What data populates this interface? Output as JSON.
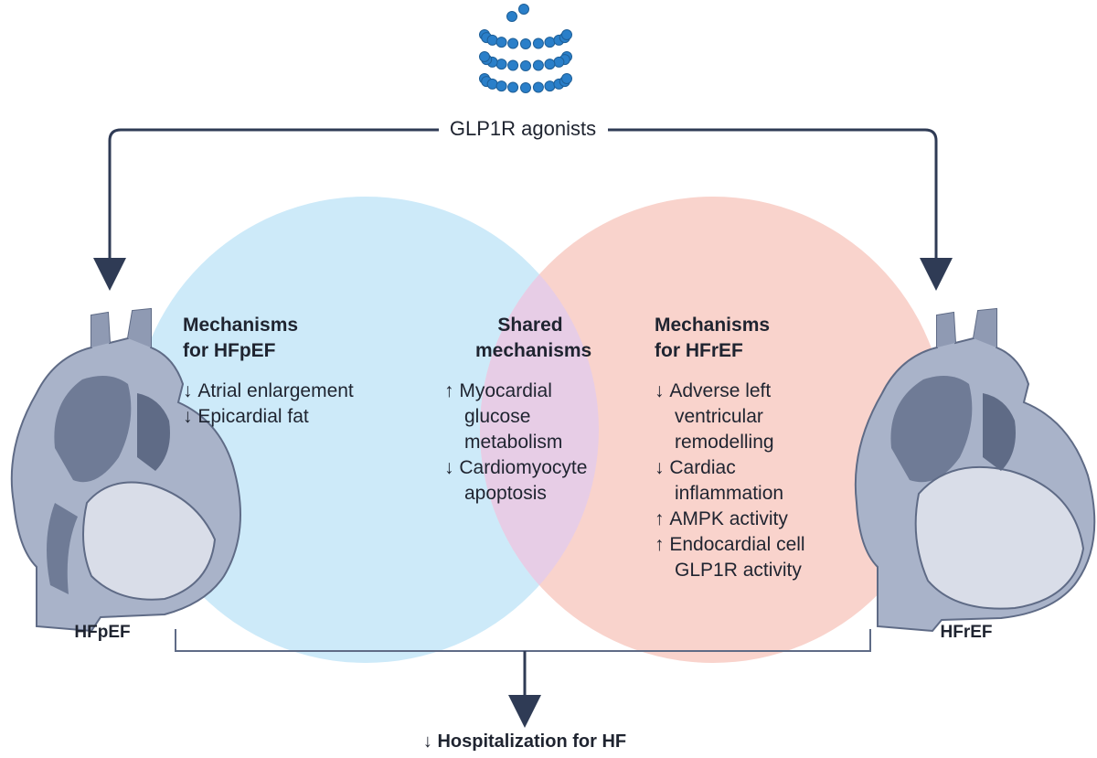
{
  "drug": {
    "label": "GLP1R agonists",
    "icon": "peptide-chain-icon"
  },
  "hfpef": {
    "heart_label": "HFpEF",
    "heading_line1": "Mechanisms",
    "heading_line2": "for HFpEF",
    "effects": [
      {
        "direction": "down",
        "text": "Atrial enlargement"
      },
      {
        "direction": "down",
        "text": "Epicardial fat"
      }
    ]
  },
  "shared": {
    "heading_line1": "Shared",
    "heading_line2": "mechanisms",
    "effects": [
      {
        "direction": "up",
        "lines": [
          "Myocardial",
          "glucose",
          "metabolism"
        ]
      },
      {
        "direction": "down",
        "lines": [
          "Cardiomyocyte",
          "apoptosis"
        ]
      }
    ]
  },
  "hfref": {
    "heart_label": "HFrEF",
    "heading_line1": "Mechanisms",
    "heading_line2": "for HFrEF",
    "effects": [
      {
        "direction": "down",
        "lines": [
          "Adverse left",
          "ventricular",
          "remodelling"
        ]
      },
      {
        "direction": "down",
        "lines": [
          "Cardiac",
          "inflammation"
        ]
      },
      {
        "direction": "up",
        "lines": [
          "AMPK activity"
        ]
      },
      {
        "direction": "up",
        "lines": [
          "Endocardial cell",
          "GLP1R activity"
        ]
      }
    ]
  },
  "outcome": {
    "direction": "down",
    "text": "Hospitalization for HF"
  },
  "colors": {
    "hfpef_circle": "#cdeaf9",
    "hfref_circle": "#f9d3cc",
    "overlap": "#e7cde6",
    "arrow": "#2f3b55",
    "peptide": "#2a7fc9",
    "heart_body": "#a9b3c9",
    "heart_dark": "#5f6b86",
    "heart_light": "#d9dde8"
  }
}
